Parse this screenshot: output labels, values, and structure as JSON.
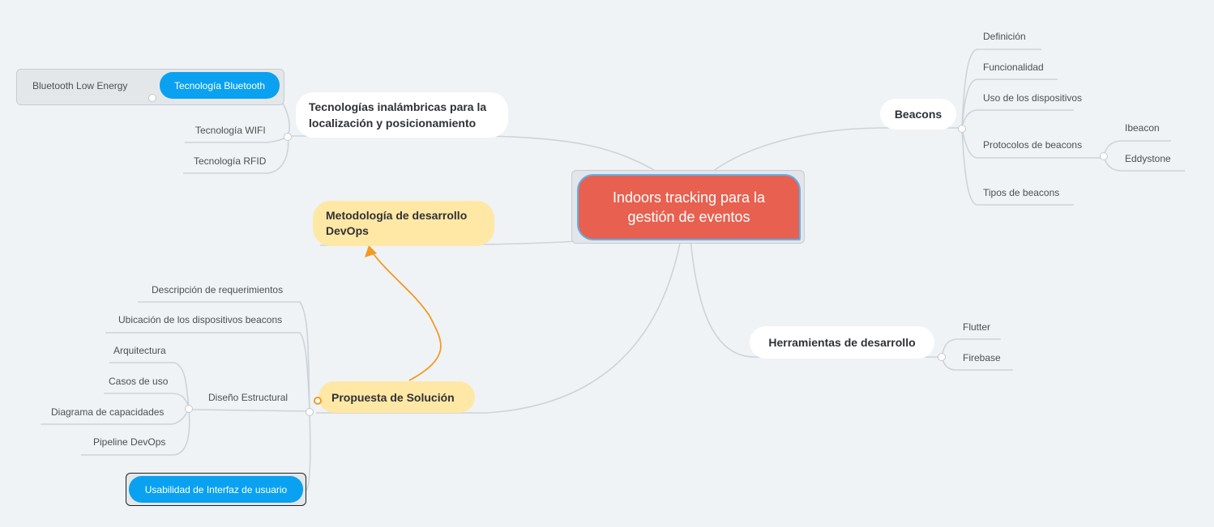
{
  "center": {
    "title": "Indoors tracking para la gestión de eventos"
  },
  "tecnologias": {
    "label": "Tecnologías inalámbricas para la localización y posicionamiento",
    "bluetooth_group": {
      "low_energy": "Bluetooth Low Energy",
      "main": "Tecnología Bluetooth"
    },
    "wifi": "Tecnología WIFI",
    "rfid": "Tecnología RFID"
  },
  "metodologia": {
    "label": "Metodología de desarrollo DevOps"
  },
  "propuesta": {
    "label": "Propuesta de Solución",
    "descripcion": "Descripción de requerimientos",
    "ubicacion": "Ubicación de los dispositivos beacons",
    "diseno": {
      "label": "Diseño Estructural",
      "items": [
        "Arquitectura",
        "Casos de uso",
        "Diagrama de capacidades",
        "Pipeline DevOps"
      ]
    },
    "usabilidad": "Usabilidad de Interfaz de usuario"
  },
  "beacons": {
    "label": "Beacons",
    "items": [
      "Definición",
      "Funcionalidad",
      "Uso de los dispositivos",
      "Protocolos de beacons",
      "Tipos de beacons"
    ],
    "protocolos": [
      "Ibeacon",
      "Eddystone"
    ]
  },
  "herramientas": {
    "label": "Herramientas de desarrollo",
    "items": [
      "Flutter",
      "Firebase"
    ]
  },
  "colors": {
    "center": "#e8604f",
    "accent_blue": "#0aa1f0",
    "yellow": "#ffe8a5",
    "relation": "#f39a21",
    "line": "#c8cfd4"
  }
}
